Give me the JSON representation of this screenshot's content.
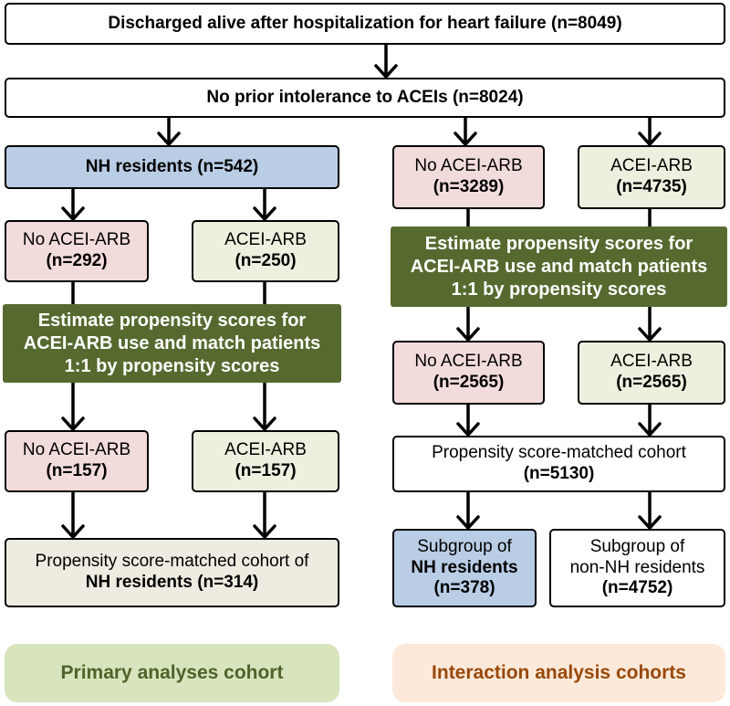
{
  "top": {
    "discharged": "Discharged alive after hospitalization for heart failure (n=8049)",
    "no_prior": "No prior intolerance to ACEIs (n=8024)"
  },
  "left": {
    "nh_residents": "NH residents (n=542)",
    "no_acei_1": {
      "label": "No ACEI-ARB",
      "n": "(n=292)"
    },
    "acei_1": {
      "label": "ACEI-ARB",
      "n": "(n=250)"
    },
    "estimate": [
      "Estimate propensity scores for",
      "ACEI-ARB use and match patients",
      "1:1 by propensity scores"
    ],
    "no_acei_2": {
      "label": "No ACEI-ARB",
      "n": "(n=157)"
    },
    "acei_2": {
      "label": "ACEI-ARB",
      "n": "(n=157)"
    },
    "matched": {
      "line1": "Propensity score-matched cohort of",
      "line2": "NH residents (n=314)"
    }
  },
  "right": {
    "no_acei_1": {
      "label": "No ACEI-ARB",
      "n": "(n=3289)"
    },
    "acei_1": {
      "label": "ACEI-ARB",
      "n": "(n=4735)"
    },
    "estimate": [
      "Estimate propensity scores for",
      "ACEI-ARB use and match patients",
      "1:1 by propensity scores"
    ],
    "no_acei_2": {
      "label": "No ACEI-ARB",
      "n": "(n=2565)"
    },
    "acei_2": {
      "label": "ACEI-ARB",
      "n": "(n=2565)"
    },
    "matched": {
      "line1": "Propensity score-matched cohort",
      "line2": "(n=5130)"
    },
    "sub_nh": {
      "line1": "Subgroup of",
      "line2": "NH residents",
      "line3": "(n=378)"
    },
    "sub_non_nh": {
      "line1": "Subgroup of",
      "line2": "non-NH residents",
      "line3": "(n=4752)"
    }
  },
  "footer": {
    "primary": "Primary analyses cohort",
    "interaction": "Interaction analysis cohorts"
  },
  "colors": {
    "dark_green": "#566a2f",
    "pink": "#f2dcdb",
    "light_green": "#ebf1de",
    "blue": "#b9cde5",
    "beige": "#eeece1",
    "footer_green_bg": "#d7e4bd",
    "footer_green_text": "#4f6228",
    "footer_orange_bg": "#fde9d9",
    "footer_orange_text": "#984807"
  }
}
